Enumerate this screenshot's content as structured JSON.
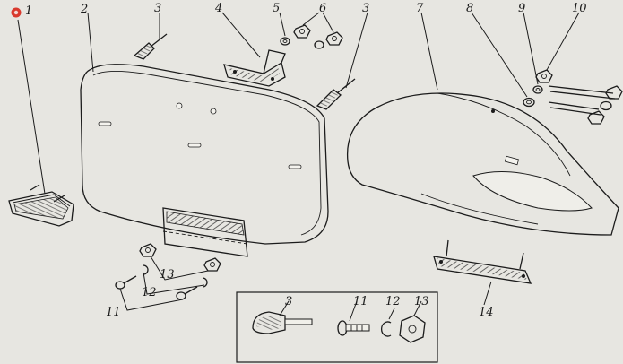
{
  "labels": {
    "l1": "1",
    "l2": "2",
    "l3a": "3",
    "l3b": "3",
    "l4": "4",
    "l5": "5",
    "l6": "6",
    "l7": "7",
    "l8": "8",
    "l9": "9",
    "l10": "10",
    "l11": "11",
    "l12": "12",
    "l13": "13",
    "l14": "14",
    "inset3": "3",
    "inset11": "11",
    "inset12": "12",
    "inset13": "13"
  },
  "colors": {
    "paper": "#e7e6e1",
    "ink": "#1c1c1c",
    "marker": "#d93a2e"
  },
  "icons": {
    "marker": "red-dot-marker-icon"
  }
}
